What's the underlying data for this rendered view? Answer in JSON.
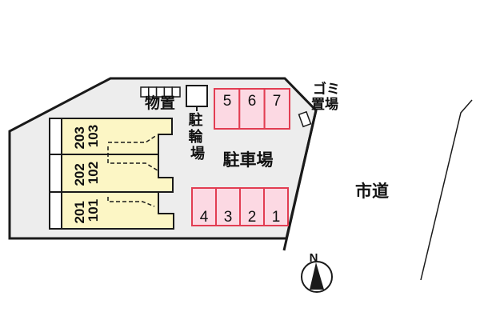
{
  "plan": {
    "title_hint": "site-plan",
    "colors": {
      "site_fill": "#ededed",
      "building_fill": "#fcf6c5",
      "stall_fill": "#fcd9e3",
      "stall_border": "#e23d52",
      "line": "#1a1a1a"
    },
    "labels": {
      "parking_lot": "駐車場",
      "storage": "物置",
      "bicycle_chars": [
        "駐",
        "輪",
        "場"
      ],
      "garbage_line1": "ゴミ",
      "garbage_line2": "置場",
      "city_road": "市道",
      "north": "N"
    },
    "building": {
      "units": [
        {
          "upper": "203",
          "lower": "103"
        },
        {
          "upper": "202",
          "lower": "102"
        },
        {
          "upper": "201",
          "lower": "101"
        }
      ]
    },
    "parking": {
      "top_row": [
        "5",
        "6",
        "7"
      ],
      "bottom_row": [
        "4",
        "3",
        "2",
        "1"
      ]
    }
  }
}
